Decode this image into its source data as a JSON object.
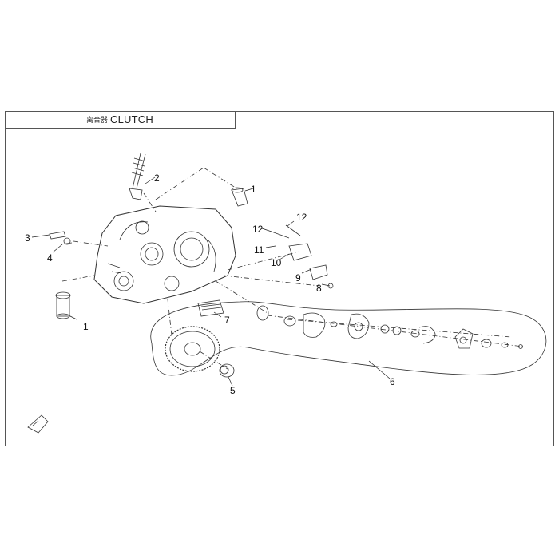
{
  "title": {
    "chinese": "离合器",
    "english": "CLUTCH"
  },
  "callouts": [
    "1",
    "2",
    "1",
    "3",
    "4",
    "12",
    "12",
    "11",
    "10",
    "9",
    "8",
    "7",
    "5",
    "6"
  ],
  "colors": {
    "line": "#333333",
    "frame": "#555555",
    "background": "#ffffff"
  }
}
